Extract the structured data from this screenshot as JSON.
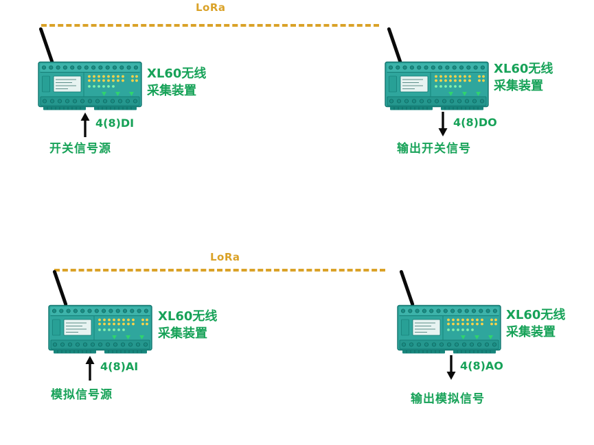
{
  "colors": {
    "label_green": "#17a258",
    "lora_gold": "#daa228",
    "device_teal": "#2fa69d",
    "arrow_black": "#0a0a0a"
  },
  "icons": {
    "antenna": "black-rod-antenna",
    "up_arrow": "↑",
    "down_arrow": "↓"
  },
  "sections": [
    {
      "id": "digital-io",
      "link_label": "LoRa",
      "transmitter": {
        "device_name_line1": "XL60无线",
        "device_name_line2": "采集装置",
        "io_label": "4(8)DI",
        "signal_label": "开关信号源"
      },
      "receiver": {
        "device_name_line1": "XL60无线",
        "device_name_line2": "采集装置",
        "io_label": "4(8)DO",
        "signal_label": "输出开关信号"
      }
    },
    {
      "id": "analog-io",
      "link_label": "LoRa",
      "transmitter": {
        "device_name_line1": "XL60无线",
        "device_name_line2": "采集装置",
        "io_label": "4(8)AI",
        "signal_label": "模拟信号源"
      },
      "receiver": {
        "device_name_line1": "XL60无线",
        "device_name_line2": "采集装置",
        "io_label": "4(8)AO",
        "signal_label": "输出模拟信号"
      }
    }
  ]
}
